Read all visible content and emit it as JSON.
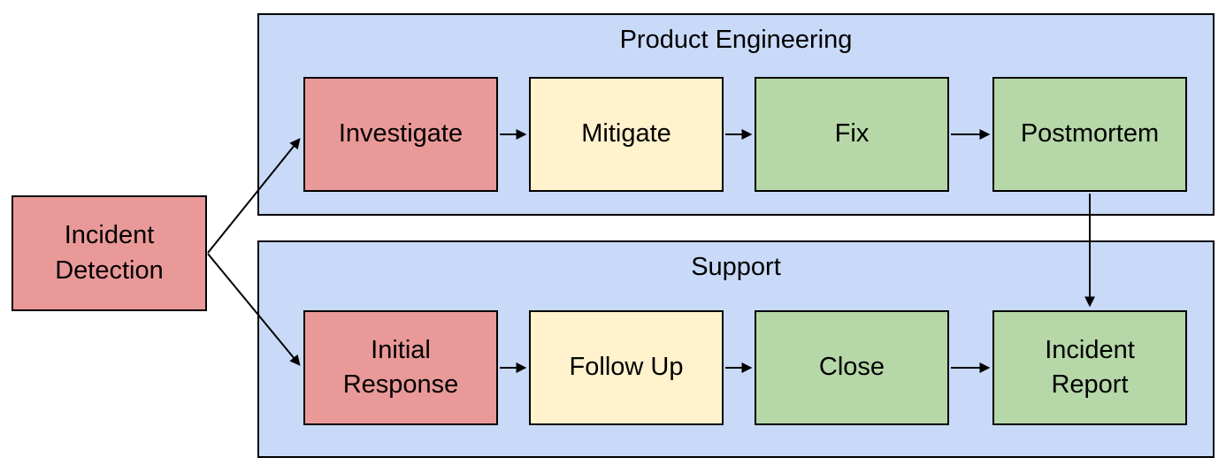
{
  "diagram": {
    "kind": "flowchart",
    "background": "#ffffff",
    "colors": {
      "lane_fill": "#c9daf8",
      "red": "#ea9999",
      "yellow": "#fff2cc",
      "green": "#b6d7a8",
      "border": "#000000",
      "arrow": "#000000",
      "text": "#000000"
    },
    "start_node": {
      "label": "Incident Detection",
      "color_role": "red"
    },
    "lanes": [
      {
        "title": "Product Engineering",
        "nodes": [
          {
            "label": "Investigate",
            "color_role": "red"
          },
          {
            "label": "Mitigate",
            "color_role": "yellow"
          },
          {
            "label": "Fix",
            "color_role": "green"
          },
          {
            "label": "Postmortem",
            "color_role": "green"
          }
        ]
      },
      {
        "title": "Support",
        "nodes": [
          {
            "label": "Initial Response",
            "color_role": "red"
          },
          {
            "label": "Follow Up",
            "color_role": "yellow"
          },
          {
            "label": "Close",
            "color_role": "green"
          },
          {
            "label": "Incident Report",
            "color_role": "green"
          }
        ]
      }
    ],
    "edges": [
      {
        "from": "Incident Detection",
        "to": "Investigate"
      },
      {
        "from": "Incident Detection",
        "to": "Initial Response"
      },
      {
        "from": "Investigate",
        "to": "Mitigate"
      },
      {
        "from": "Mitigate",
        "to": "Fix"
      },
      {
        "from": "Fix",
        "to": "Postmortem"
      },
      {
        "from": "Postmortem",
        "to": "Incident Report"
      },
      {
        "from": "Initial Response",
        "to": "Follow Up"
      },
      {
        "from": "Follow Up",
        "to": "Close"
      },
      {
        "from": "Close",
        "to": "Incident Report"
      }
    ]
  }
}
